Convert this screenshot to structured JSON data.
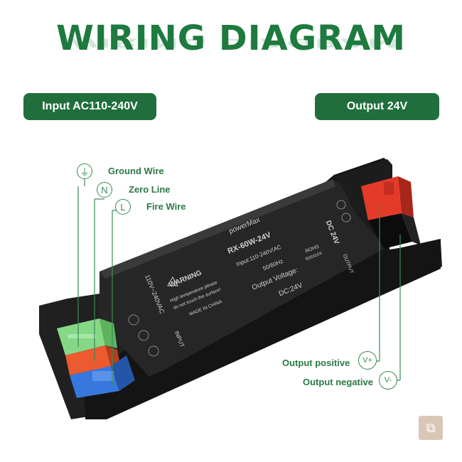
{
  "title": "WIRING DIAGRAM",
  "input_label": "Input AC110-240V",
  "output_label": "Output 24V",
  "wires": {
    "ground": {
      "label": "Ground Wire",
      "symbol": "⏚"
    },
    "zero": {
      "label": "Zero Line",
      "symbol": "N"
    },
    "fire": {
      "label": "Fire Wire",
      "symbol": "L"
    }
  },
  "outputs": {
    "positive": {
      "label": "Output positive",
      "symbol": "V+"
    },
    "negative": {
      "label": "Output negative",
      "symbol": "V-"
    }
  },
  "device": {
    "brand": "powerMax",
    "model": "RX-60W-24V",
    "input_spec": "Input:110-240V/AC",
    "freq": "50/60Hz",
    "output_voltage_label": "Output Voltage:",
    "output_voltage": "DC:24V",
    "warning_title": "WARNING",
    "warning_line1": "High temperature please",
    "warning_line2": "do not touch the surface!",
    "made_in": "MADE IN CHINA",
    "input_side": "110V~240VAC",
    "input_mark": "INPUT",
    "output_side": "DC 24V",
    "output_mark": "OUTPUT",
    "rohs": "ROHS",
    "serial": "S06310X"
  },
  "colors": {
    "brand_green": "#1e7a3f",
    "terminal_green": "#7fd47f",
    "terminal_red": "#e8452a",
    "terminal_blue": "#2f6fd8",
    "body": "#1a1a1a"
  }
}
